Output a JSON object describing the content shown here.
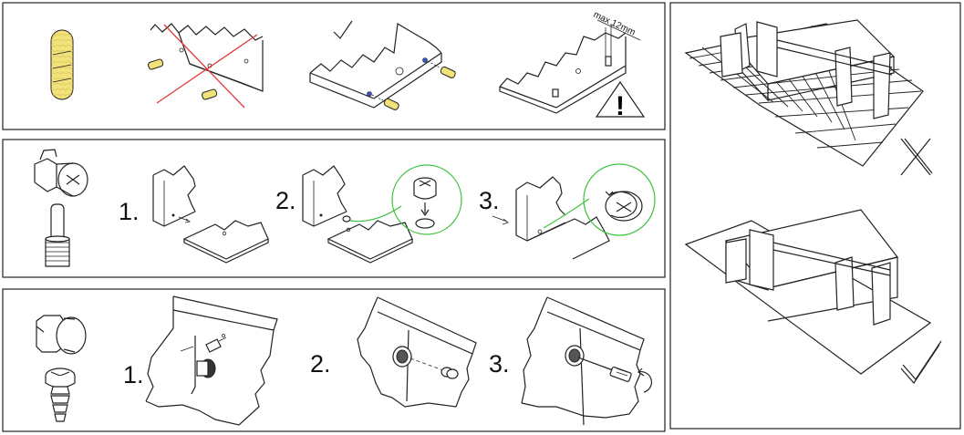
{
  "panel1": {
    "dimension_label": "max 12mm",
    "warning_symbol": "!"
  },
  "panel2": {
    "steps": [
      "1.",
      "2.",
      "3."
    ]
  },
  "panel3": {
    "steps": [
      "1.",
      "2.",
      "3."
    ]
  },
  "colors": {
    "wrong": "#e23b3b",
    "highlight": "#3cc23c",
    "dowel": "#f2e27a"
  }
}
